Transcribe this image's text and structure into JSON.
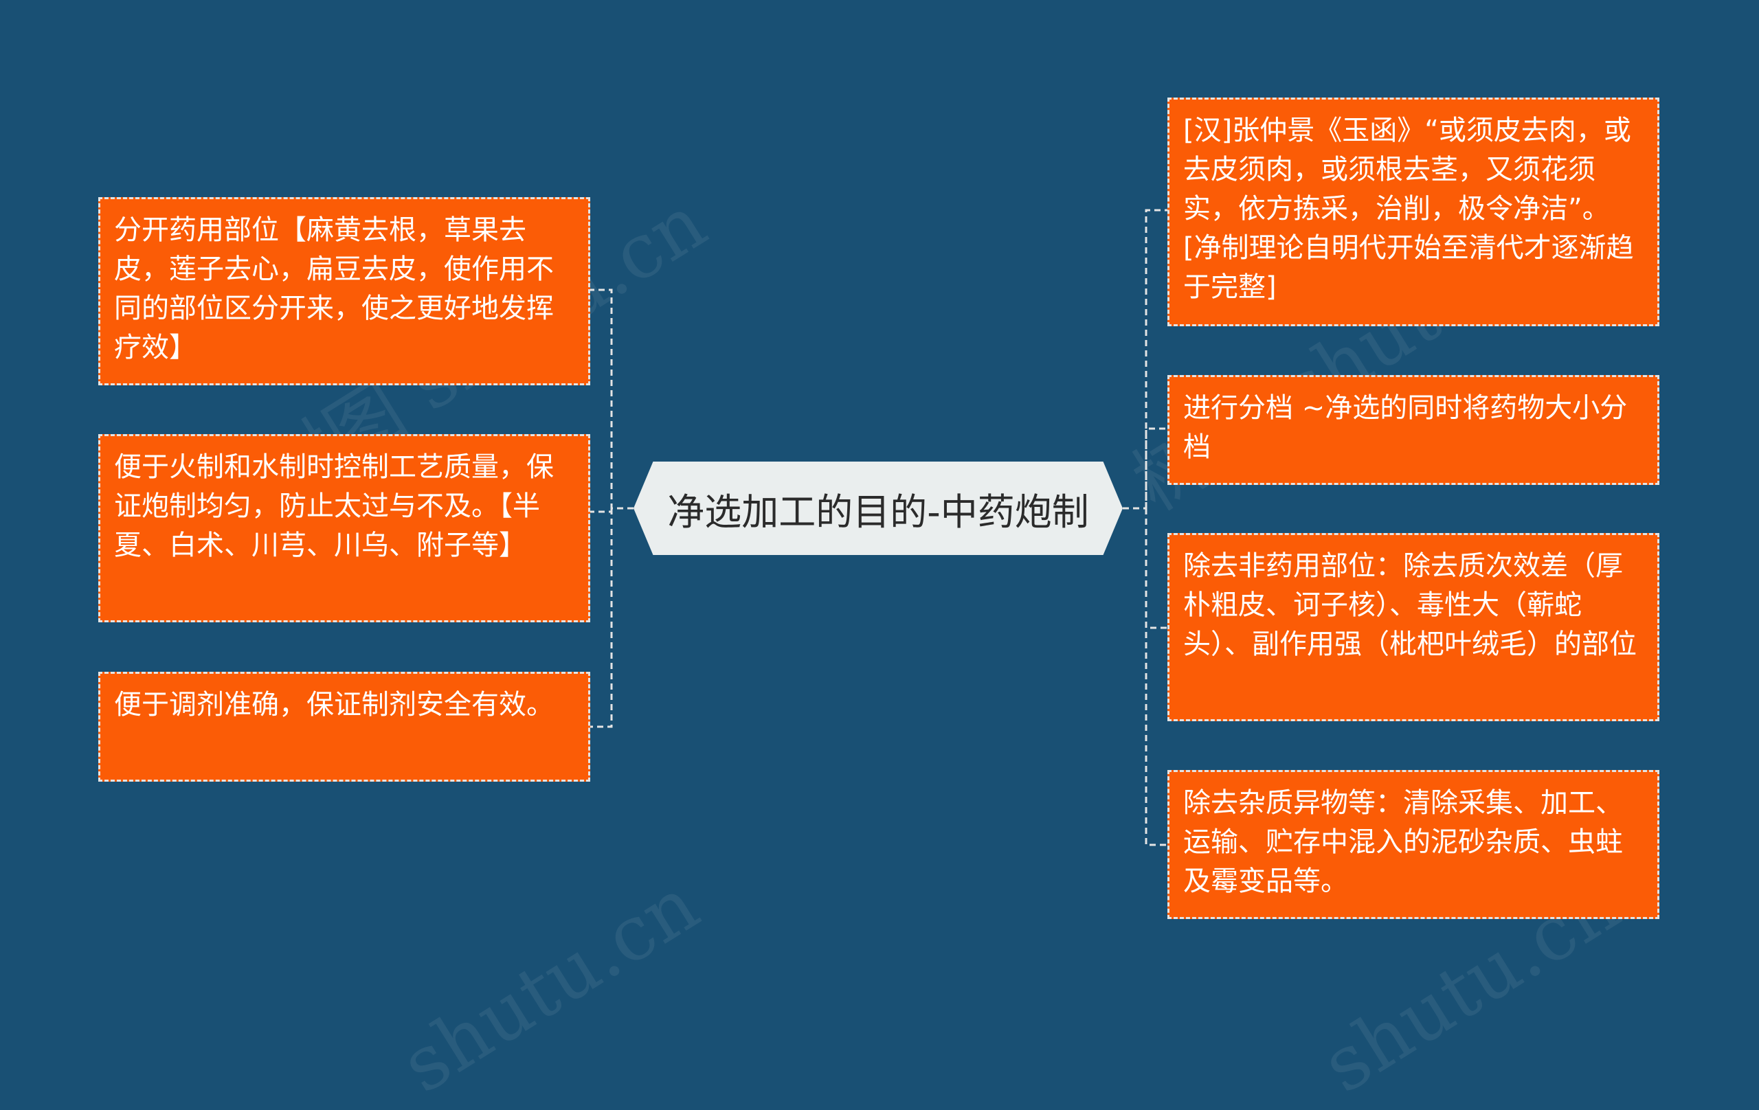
{
  "center": {
    "title": "净选加工的目的-中药炮制"
  },
  "left_nodes": [
    {
      "id": "left-1",
      "text": "分开药用部位【麻黄去根，草果去皮，莲子去心，扁豆去皮，使作用不同的部位区分开来，使之更好地发挥疗效】"
    },
    {
      "id": "left-2",
      "text": "便于火制和水制时控制工艺质量，保证炮制均匀，防止太过与不及。【半夏、白术、川芎、川乌、附子等】"
    },
    {
      "id": "left-3",
      "text": "便于调剂准确，保证制剂安全有效。"
    }
  ],
  "right_nodes": [
    {
      "id": "right-1",
      "text": "[汉]张仲景《玉函》“或须皮去肉，或去皮须肉，或须根去茎，又须花须实，依方拣采，治削，极令净洁”。 [净制理论自明代开始至清代才逐渐趋于完整]"
    },
    {
      "id": "right-2",
      "text": "进行分档 ~净选的同时将药物大小分档"
    },
    {
      "id": "right-3",
      "text": "除去非药用部位：除去质次效差（厚朴粗皮、诃子核）、毒性大（蕲蛇头）、副作用强（枇杷叶绒毛）的部位"
    },
    {
      "id": "right-4",
      "text": "除去杂质异物等：清除采集、加工、运输、贮存中混入的泥砂杂质、虫蛀及霉变品等。"
    }
  ],
  "watermarks": [
    "树图 shutu.cn",
    "树图 shutu.cn",
    "shutu.cn",
    "shutu.cn"
  ],
  "colors": {
    "background": "#195074",
    "node_fill": "#fb5c06",
    "center_fill": "#eaeeee",
    "connector": "#e4e4e4"
  }
}
